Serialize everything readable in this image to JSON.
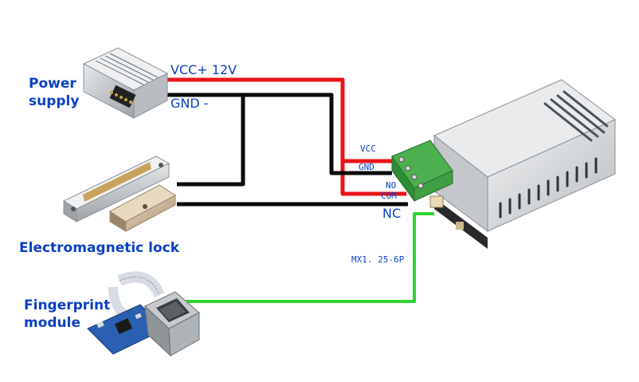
{
  "components": {
    "power_supply": "Power\nsupply",
    "lock": "Electromagnetic lock",
    "fingerprint": "Fingerprint\nmodule"
  },
  "wires": {
    "vcc": "VCC+ 12V",
    "gnd": "GND -",
    "nc": "NC",
    "connector": "MX1. 25-6P"
  },
  "terminals": [
    "VCC",
    "GND",
    "NO",
    "COM"
  ],
  "colors": {
    "label": "#0b3fc4",
    "wire_red": "#e8141a",
    "wire_black": "#0a0a0a",
    "wire_green": "#2fd42f"
  }
}
